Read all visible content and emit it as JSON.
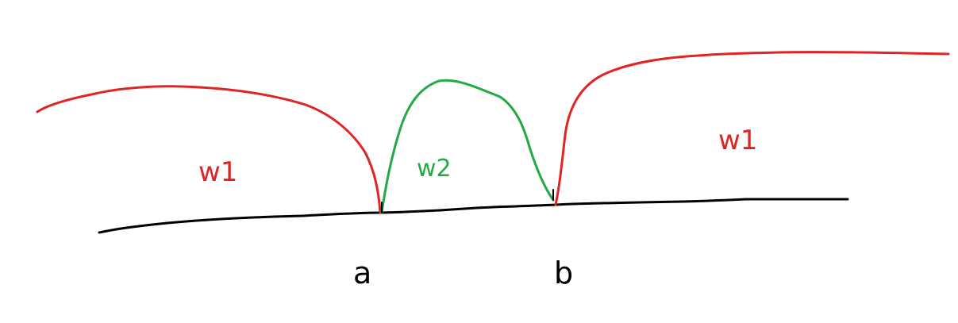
{
  "labels": {
    "left_region": "w1",
    "middle_region": "w2",
    "right_region": "w1",
    "point_a": "a",
    "point_b": "b"
  },
  "colors": {
    "left_curve": "#e02424",
    "middle_curve": "#22aa44",
    "right_curve": "#e02424",
    "baseline": "#000000",
    "label_w1": "#e02424",
    "label_w2": "#22aa44",
    "label_points": "#000000"
  }
}
